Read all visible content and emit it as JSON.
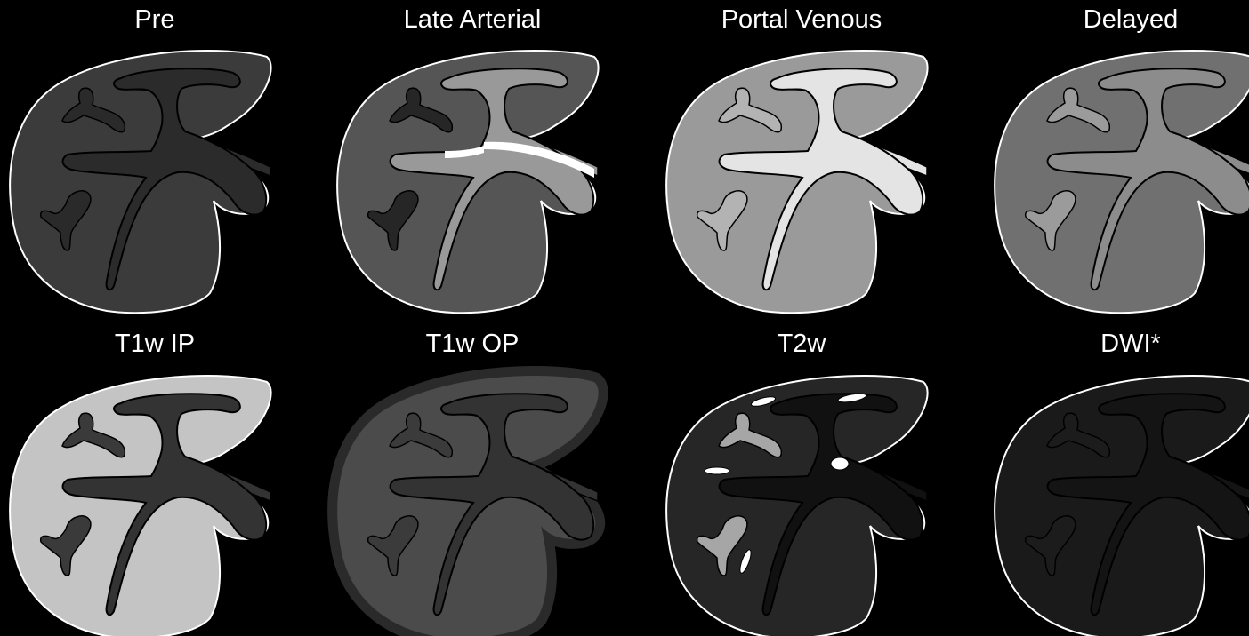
{
  "panels": [
    {
      "title": "Pre",
      "liver": "#3b3b3b",
      "vessels": "#2b2b2b",
      "masses": "#2a2a2a",
      "outline": "#ffffff",
      "rim": null,
      "rim_color": null
    },
    {
      "title": "Late Arterial",
      "liver": "#555555",
      "vessels": "#999999",
      "masses": "#262626",
      "outline": "#ffffff",
      "rim": null,
      "rim_color": null,
      "arterial_highlight": "#ffffff"
    },
    {
      "title": "Portal Venous",
      "liver": "#9a9a9a",
      "vessels": "#e4e4e4",
      "masses": "#b3b3b3",
      "outline": "#ffffff",
      "rim": null,
      "rim_color": null
    },
    {
      "title": "Delayed",
      "liver": "#707070",
      "vessels": "#8c8c8c",
      "masses": "#9b9b9b",
      "outline": "#ffffff",
      "rim": null,
      "rim_color": null
    },
    {
      "title": "T1w IP",
      "liver": "#c4c4c4",
      "vessels": "#333333",
      "masses": "#3a3a3a",
      "outline": "#ffffff",
      "rim": null,
      "rim_color": null
    },
    {
      "title": "T1w OP",
      "liver": "#4b4b4b",
      "vessels": "#333333",
      "masses": "#3b3b3b",
      "outline": "#2a2a2a",
      "rim": true,
      "rim_color": "#2a2a2a"
    },
    {
      "title": "T2w",
      "liver": "#262626",
      "vessels": "#111111",
      "masses": "#a6a6a6",
      "outline": "#ffffff",
      "rim": null,
      "rim_color": null,
      "cysts": "#ffffff"
    },
    {
      "title": "DWI*",
      "liver": "#1a1a1a",
      "vessels": "#141414",
      "masses": "#1c1c1c",
      "outline": "#ffffff",
      "rim": null,
      "rim_color": null
    }
  ]
}
